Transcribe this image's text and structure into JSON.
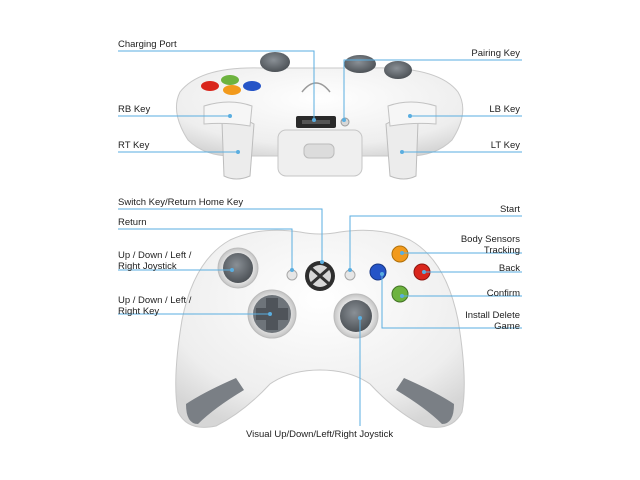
{
  "labels": {
    "charging_port": "Charging Port",
    "pairing_key": "Pairing Key",
    "rb_key": "RB Key",
    "lb_key": "LB Key",
    "rt_key": "RT Key",
    "lt_key": "LT Key",
    "switch_home_key": "Switch Key/Return Home Key",
    "start": "Start",
    "return": "Return",
    "body_sensors_line1": "Body Sensors",
    "body_sensors_line2": "Tracking",
    "left_joystick_line1": "Up / Down / Left /",
    "left_joystick_line2": "Right Joystick",
    "back": "Back",
    "confirm": "Confirm",
    "dpad_line1": "Up / Down / Left /",
    "dpad_line2": "Right Key",
    "install_delete_line1": "Install Delete",
    "install_delete_line2": "Game",
    "right_joystick": "Visual Up/Down/Left/Right Joystick"
  },
  "colors": {
    "leader_line": "#5aaee0",
    "controller_body": "#f4f4f4",
    "stick": "#6e747a",
    "button_orange": "#f29a1c",
    "button_red": "#d9261c",
    "button_green": "#6db33f",
    "button_blue": "#2554c7",
    "grip_band": "#7a7f85"
  }
}
